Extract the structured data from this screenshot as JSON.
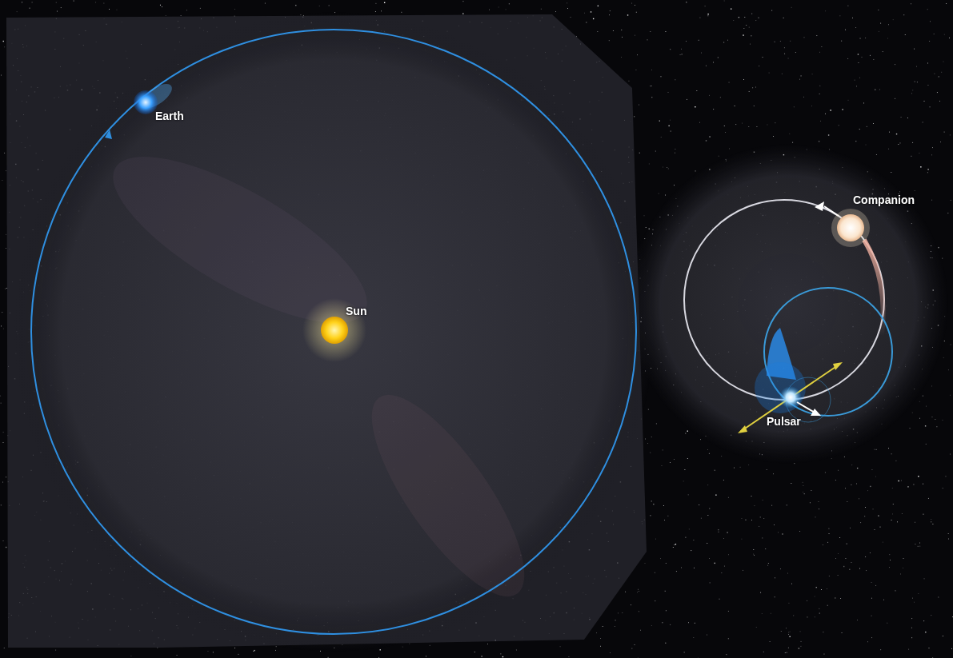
{
  "diagram": {
    "labels": [
      "Earth",
      "Sun",
      "Companion",
      "Pulsar"
    ]
  }
}
